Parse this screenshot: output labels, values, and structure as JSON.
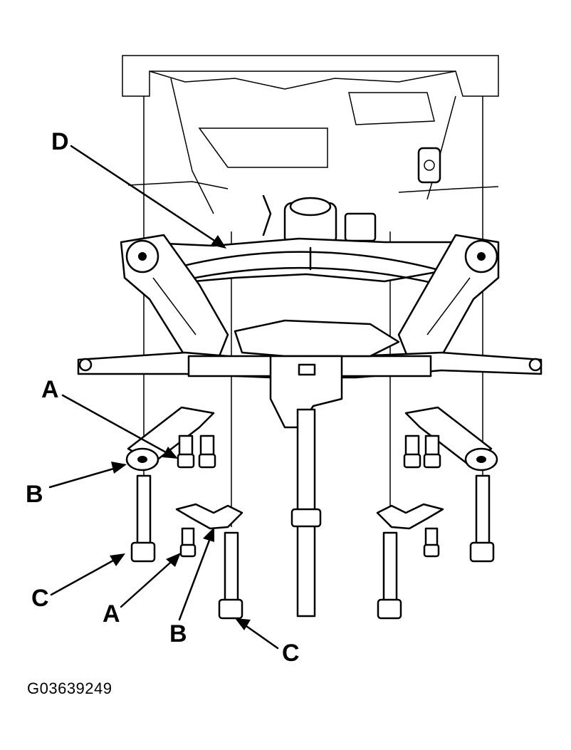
{
  "figure_id": "G03639249",
  "callouts": {
    "A_upper": "A",
    "A_lower": "A",
    "B_upper": "B",
    "B_lower": "B",
    "C_left": "C",
    "C_right": "C",
    "D": "D"
  }
}
